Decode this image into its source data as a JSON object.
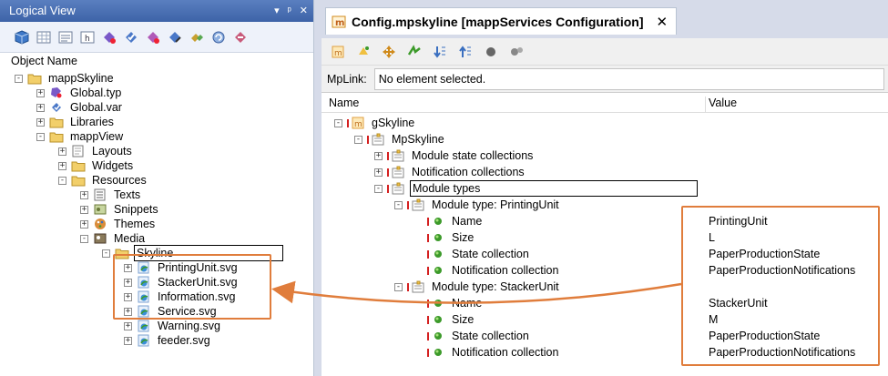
{
  "left_panel": {
    "title": "Logical View",
    "title_controls": [
      "▾",
      "ᵖ",
      "✕"
    ],
    "column_header": "Object Name",
    "tree": [
      {
        "label": "mappSkyline",
        "level": 0,
        "icon": "folder-icon",
        "expander": "-"
      },
      {
        "label": "Global.typ",
        "level": 1,
        "icon": "types-file-icon",
        "expander": "+"
      },
      {
        "label": "Global.var",
        "level": 1,
        "icon": "variables-file-icon",
        "expander": "+"
      },
      {
        "label": "Libraries",
        "level": 1,
        "icon": "folder-icon",
        "expander": "+"
      },
      {
        "label": "mappView",
        "level": 1,
        "icon": "folder-icon",
        "expander": "-"
      },
      {
        "label": "Layouts",
        "level": 2,
        "icon": "layout-icon",
        "expander": "+"
      },
      {
        "label": "Widgets",
        "level": 2,
        "icon": "folder-icon",
        "expander": "+"
      },
      {
        "label": "Resources",
        "level": 2,
        "icon": "folder-icon",
        "expander": "-"
      },
      {
        "label": "Texts",
        "level": 3,
        "icon": "text-icon",
        "expander": "+"
      },
      {
        "label": "Snippets",
        "level": 3,
        "icon": "snippet-icon",
        "expander": "+"
      },
      {
        "label": "Themes",
        "level": 3,
        "icon": "theme-icon",
        "expander": "+"
      },
      {
        "label": "Media",
        "level": 3,
        "icon": "media-icon",
        "expander": "-"
      },
      {
        "label": "Skyline",
        "level": 4,
        "icon": "folder-icon",
        "expander": "-",
        "selected": true
      },
      {
        "label": "PrintingUnit.svg",
        "level": 5,
        "icon": "svg-file-icon",
        "expander": "+"
      },
      {
        "label": "StackerUnit.svg",
        "level": 5,
        "icon": "svg-file-icon",
        "expander": "+"
      },
      {
        "label": "Information.svg",
        "level": 5,
        "icon": "svg-file-icon",
        "expander": "+"
      },
      {
        "label": "Service.svg",
        "level": 5,
        "icon": "svg-file-icon",
        "expander": "+"
      },
      {
        "label": "Warning.svg",
        "level": 5,
        "icon": "svg-file-icon",
        "expander": "+"
      },
      {
        "label": "feeder.svg",
        "level": 5,
        "icon": "svg-file-icon",
        "expander": "+"
      }
    ]
  },
  "right_panel": {
    "tab_title": "Config.mpskyline [mappServices Configuration]",
    "tab_close": "✕",
    "mplink_label": "MpLink:",
    "mplink_value": "No element selected.",
    "columns": {
      "name": "Name",
      "value": "Value"
    },
    "tree": [
      {
        "label": "gSkyline",
        "level": 0,
        "icon": "mapp-config-icon",
        "expander": "-",
        "value": ""
      },
      {
        "label": "MpSkyline",
        "level": 1,
        "icon": "structure-icon",
        "expander": "-",
        "value": ""
      },
      {
        "label": "Module state collections",
        "level": 2,
        "icon": "structure-icon",
        "expander": "+",
        "value": ""
      },
      {
        "label": "Notification collections",
        "level": 2,
        "icon": "structure-icon",
        "expander": "+",
        "value": ""
      },
      {
        "label": "Module types",
        "level": 2,
        "icon": "structure-icon",
        "expander": "-",
        "value": "",
        "selected": true
      },
      {
        "label": "Module type: PrintingUnit",
        "level": 3,
        "icon": "structure-icon",
        "expander": "-",
        "value": ""
      },
      {
        "label": "Name",
        "level": 4,
        "icon": "parameter-icon",
        "expander": "",
        "value": "PrintingUnit"
      },
      {
        "label": "Size",
        "level": 4,
        "icon": "parameter-icon",
        "expander": "",
        "value": "L"
      },
      {
        "label": "State collection",
        "level": 4,
        "icon": "parameter-icon",
        "expander": "",
        "value": "PaperProductionState"
      },
      {
        "label": "Notification collection",
        "level": 4,
        "icon": "parameter-icon",
        "expander": "",
        "value": "PaperProductionNotifications"
      },
      {
        "label": "Module type: StackerUnit",
        "level": 3,
        "icon": "structure-icon",
        "expander": "-",
        "value": ""
      },
      {
        "label": "Name",
        "level": 4,
        "icon": "parameter-icon",
        "expander": "",
        "value": "StackerUnit"
      },
      {
        "label": "Size",
        "level": 4,
        "icon": "parameter-icon",
        "expander": "",
        "value": "M"
      },
      {
        "label": "State collection",
        "level": 4,
        "icon": "parameter-icon",
        "expander": "",
        "value": "PaperProductionState"
      },
      {
        "label": "Notification collection",
        "level": 4,
        "icon": "parameter-icon",
        "expander": "",
        "value": "PaperProductionNotifications"
      }
    ]
  },
  "colors": {
    "title_bar": "#4a70b5",
    "splitter": "#d6dbe9",
    "highlight_box": "#e07d3c",
    "error_marker": "#d42020",
    "param_dot": "#3c9a2a"
  }
}
